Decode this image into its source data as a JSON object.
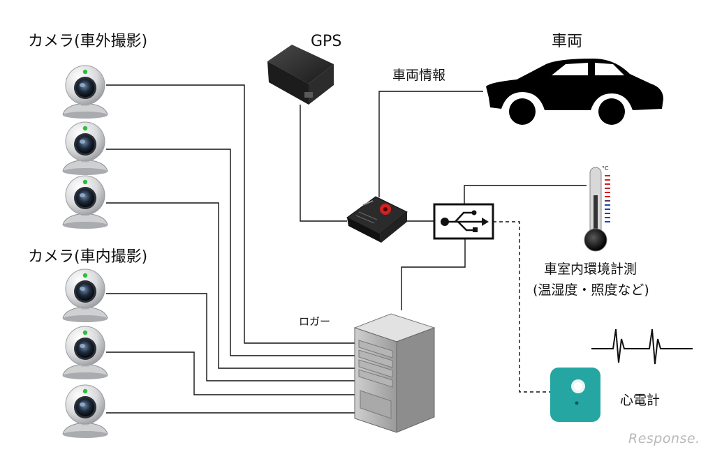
{
  "labels": {
    "camera_exterior": "カメラ(車外撮影)",
    "camera_interior": "カメラ(車内撮影)",
    "gps": "GPS",
    "vehicle": "車両",
    "vehicle_info": "車両情報",
    "logger": "ロガー",
    "env_line1": "車室内環境計測",
    "env_line2": "(温湿度・照度など)",
    "ecg": "心電計",
    "thermo_unit": "°C",
    "watermark": "Response."
  },
  "colors": {
    "line": "#111111",
    "car": "#000000",
    "ecg_device": "#25a6a3",
    "thermo_red": "#d22020",
    "thermo_blue": "#2040c8"
  },
  "icons": {
    "camera": "webcam-icon",
    "gps": "gps-receiver-icon",
    "car": "car-silhouette-icon",
    "thermometer": "thermometer-icon",
    "usb": "usb-hub-icon",
    "logger": "server-tower-icon",
    "ecg": "ecg-sensor-icon",
    "waveform": "heartbeat-waveform-icon"
  }
}
